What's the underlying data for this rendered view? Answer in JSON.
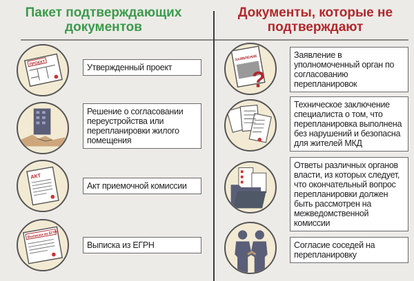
{
  "left": {
    "title": "Пакет подтверждающих документов",
    "items": [
      {
        "text": "Утвержденный проект",
        "icon": "project-plan-icon",
        "icon_label": "ПРОЕКТ"
      },
      {
        "text": "Решение о согласовании переустройства или перепланировки жилого помещения",
        "icon": "building-handshake-icon"
      },
      {
        "text": "Акт приемочной комиссии",
        "icon": "act-document-icon",
        "icon_label": "АКТ"
      },
      {
        "text": "Выписка из ЕГРН",
        "icon": "egrn-extract-icon",
        "icon_label": "Выписка из ЕГРН"
      }
    ]
  },
  "right": {
    "title": "Документы, которые не подтверждают",
    "items": [
      {
        "text": "Заявление в уполномоченный орган по согласованию перепланировок",
        "icon": "application-question-icon",
        "icon_label": "ЗАЯВЛЕНИЕ"
      },
      {
        "text": "Техническое заключение специалиста о том, что перепланировка выполнена без нарушений и безопасна для жителей МКД",
        "icon": "documents-stack-icon"
      },
      {
        "text": "Ответы различных органов власти, из которых следует, что окончательный вопрос перепланировки должен быть рассмотрен на межведомственной комиссии",
        "icon": "folder-checklist-icon"
      },
      {
        "text": "Согласие соседей на перепланировку",
        "icon": "neighbors-handshake-icon"
      }
    ]
  },
  "colors": {
    "green": "#3b9a4b",
    "red": "#b0282c",
    "circle": "#f2ead3"
  }
}
